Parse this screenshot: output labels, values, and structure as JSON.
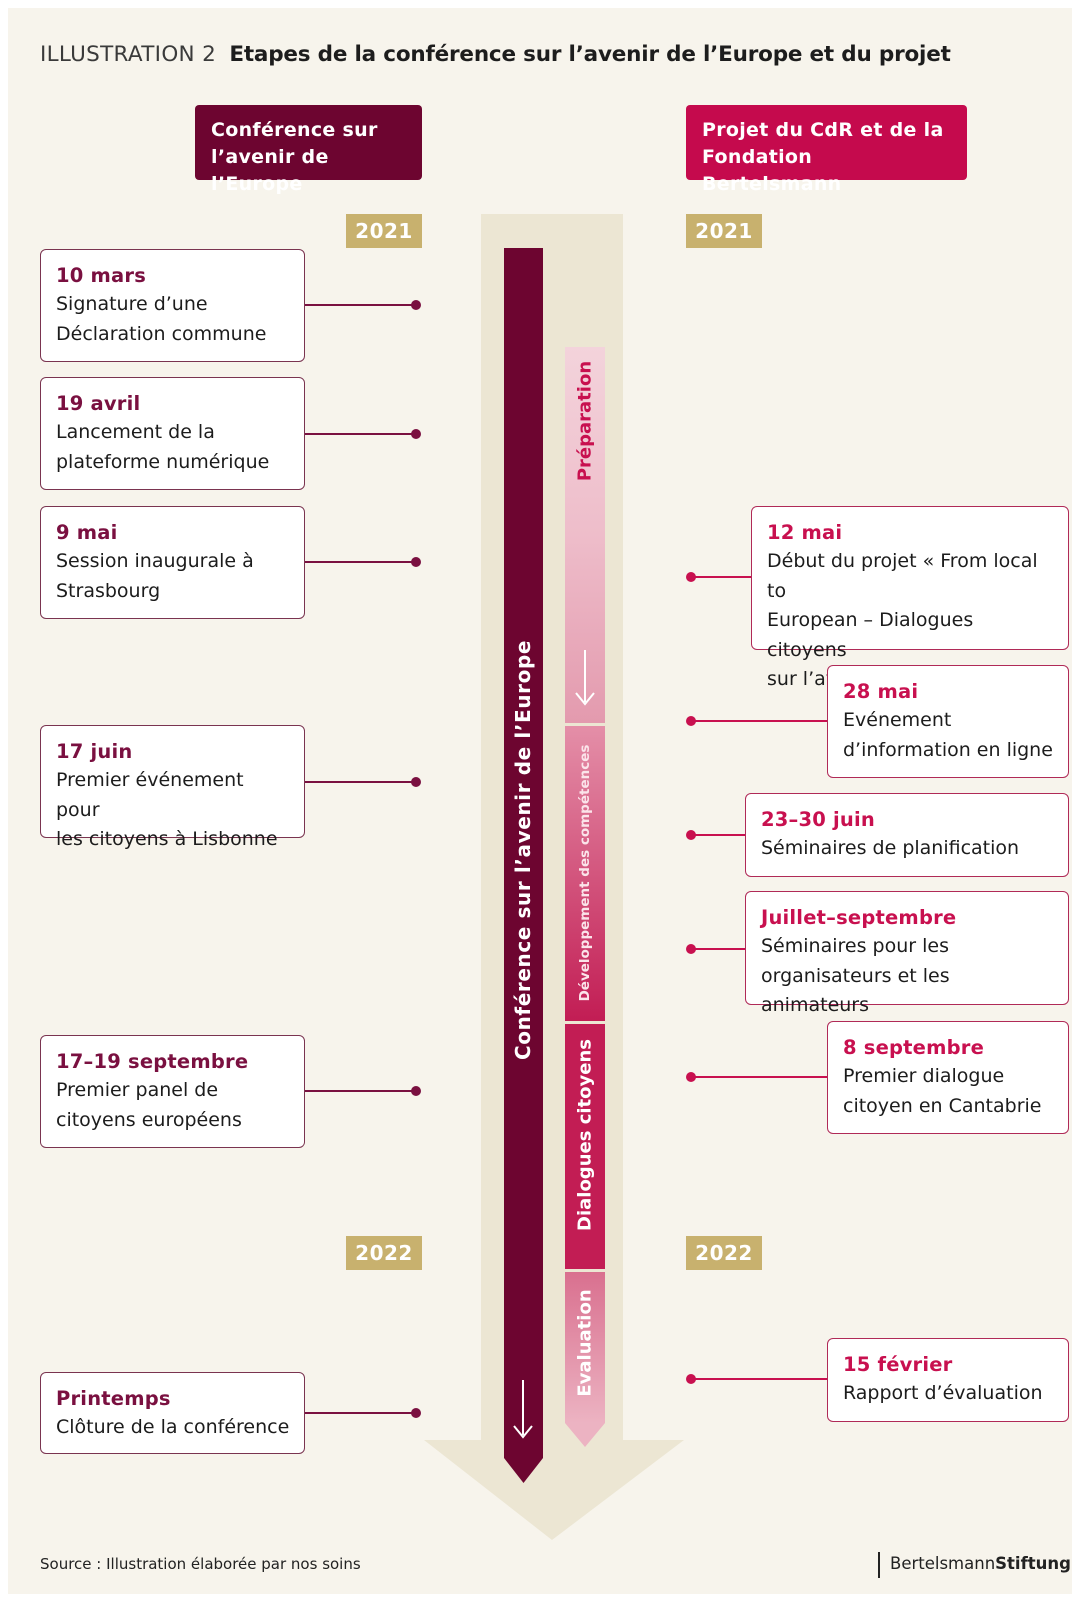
{
  "figure": {
    "label": "ILLUSTRATION 2",
    "title": "Etapes de la conférence sur l’avenir de l’Europe et du projet"
  },
  "headers": {
    "left": "Conférence sur\nl’avenir de l’Europe",
    "right": "Projet du CdR et de la\nFondation Bertelsmann"
  },
  "years": {
    "first": "2021",
    "second": "2022"
  },
  "central_bar_label": "Conférence sur l’avenir de l’Europe",
  "phases": [
    {
      "label": "Préparation"
    },
    {
      "label": "Développement des compétences"
    },
    {
      "label": "Dialogues citoyens"
    },
    {
      "label": "Evaluation"
    }
  ],
  "left_events": [
    {
      "date": "10 mars",
      "text": "Signature d’une\nDéclaration commune"
    },
    {
      "date": "19 avril",
      "text": "Lancement de la\nplateforme numérique"
    },
    {
      "date": "9 mai",
      "text": "Session inaugurale à\nStrasbourg"
    },
    {
      "date": "17 juin",
      "text": "Premier événement pour\nles citoyens à Lisbonne"
    },
    {
      "date": "17–19 septembre",
      "text": "Premier panel de\ncitoyens européens"
    },
    {
      "date": "Printemps",
      "text": "Clôture de la conférence"
    }
  ],
  "right_events": [
    {
      "date": "12 mai",
      "text": "Début du projet « From local to\nEuropean – Dialogues citoyens\nsur l’avenir de l’Europe »"
    },
    {
      "date": "28 mai",
      "text": "Evénement\nd’information en ligne"
    },
    {
      "date": "23–30 juin",
      "text": "Séminaires de planification"
    },
    {
      "date": "Juillet–septembre",
      "text": "Séminaires pour les\norganisateurs et les animateurs"
    },
    {
      "date": "8 septembre",
      "text": "Premier dialogue\ncitoyen en Cantabrie"
    },
    {
      "date": "15 février",
      "text": "Rapport d’évaluation"
    }
  ],
  "footer": {
    "source": "Source : Illustration élaborée par nos soins",
    "logo_regular": "Bertelsmann",
    "logo_bold": "Stiftung"
  },
  "colors": {
    "panel_bg": "#f7f4ec",
    "conference_dark": "#6d0530",
    "project_pink": "#c50a4d",
    "year_gold": "#c8b16e",
    "big_arrow": "#ece6d3"
  }
}
